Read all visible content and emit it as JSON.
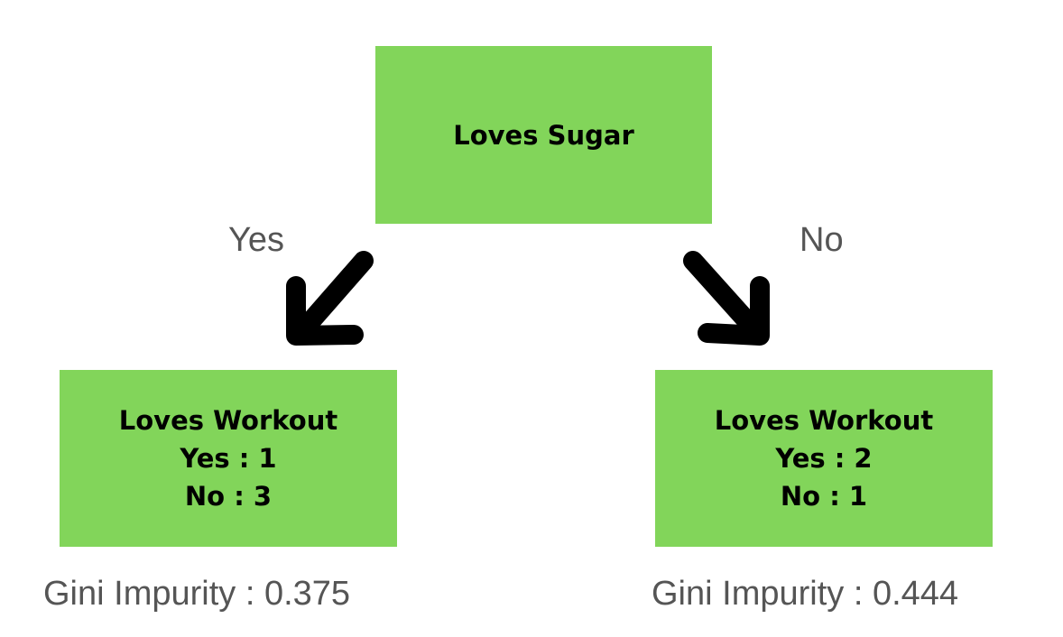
{
  "root": {
    "label": "Loves Sugar"
  },
  "edges": {
    "left_label": "Yes",
    "right_label": "No"
  },
  "left_child": {
    "title": "Loves Workout",
    "yes_line": "Yes : 1",
    "no_line": "No : 3",
    "gini": "Gini Impurity : 0.375"
  },
  "right_child": {
    "title": "Loves Workout",
    "yes_line": "Yes : 2",
    "no_line": "No : 1",
    "gini": "Gini Impurity : 0.444"
  },
  "colors": {
    "node_fill": "#82d55a",
    "node_text": "#000000",
    "label_text": "#555555",
    "arrow": "#000000"
  }
}
